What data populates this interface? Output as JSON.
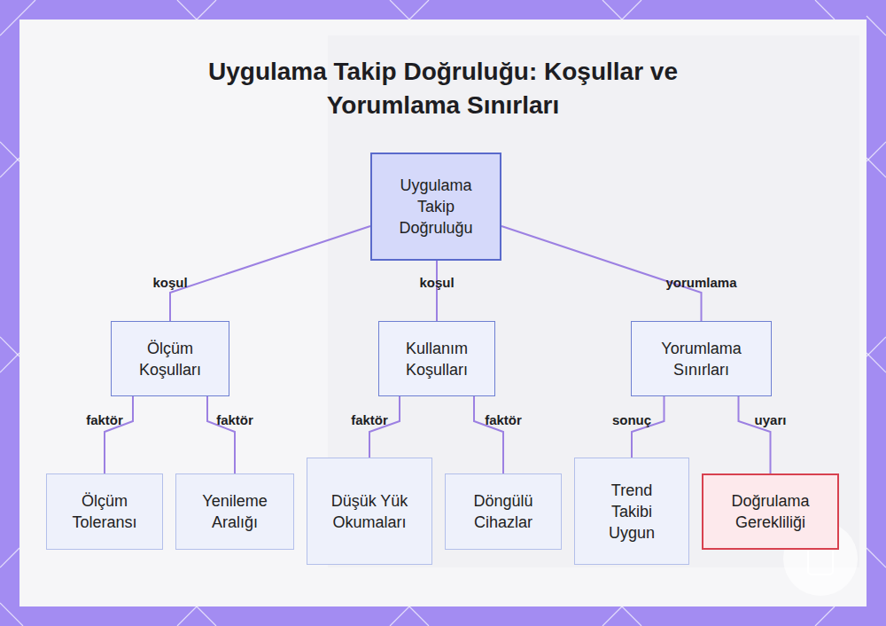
{
  "diagram": {
    "title": "Uygulama Takip Doğruluğu: Koşullar ve Yorumlama Sınırları",
    "nodes": [
      {
        "text": [
          "Uygulama Takip Doğruluğu"
        ]
      },
      {
        "text": [
          "Ölçüm Koşulları"
        ]
      },
      {
        "text": [
          "Kullanım Koşulları"
        ]
      },
      {
        "text": [
          "Yorumlama Sınırları"
        ]
      },
      {
        "text": [
          "Ölçüm Toleransı"
        ]
      },
      {
        "text": [
          "Yenileme Aralığı"
        ]
      },
      {
        "text": [
          "Düşük Yük Okumaları"
        ]
      },
      {
        "text": [
          "Döngülü Cihazlar"
        ]
      },
      {
        "text": [
          "Trend Takibi Uygun"
        ]
      },
      {
        "text": [
          "Doğrulama Gerekliliği"
        ]
      }
    ],
    "edges": [
      {
        "from": 0,
        "to": 1,
        "label": "koşul",
        "arrow": "none"
      },
      {
        "from": 0,
        "to": 2,
        "label": "koşul",
        "arrow": "none"
      },
      {
        "from": 0,
        "to": 3,
        "label": "yorumlama",
        "arrow": "none"
      },
      {
        "from": 1,
        "to": 4,
        "label": "faktör",
        "arrow": "none"
      },
      {
        "from": 1,
        "to": 5,
        "label": "faktör",
        "arrow": "none"
      },
      {
        "from": 2,
        "to": 6,
        "label": "faktör",
        "arrow": "none"
      },
      {
        "from": 2,
        "to": 7,
        "label": "faktör",
        "arrow": "none"
      },
      {
        "from": 3,
        "to": 8,
        "label": "sonuç",
        "arrow": "none"
      },
      {
        "from": 3,
        "to": 9,
        "label": "uyarı",
        "arrow": "none"
      }
    ]
  }
}
